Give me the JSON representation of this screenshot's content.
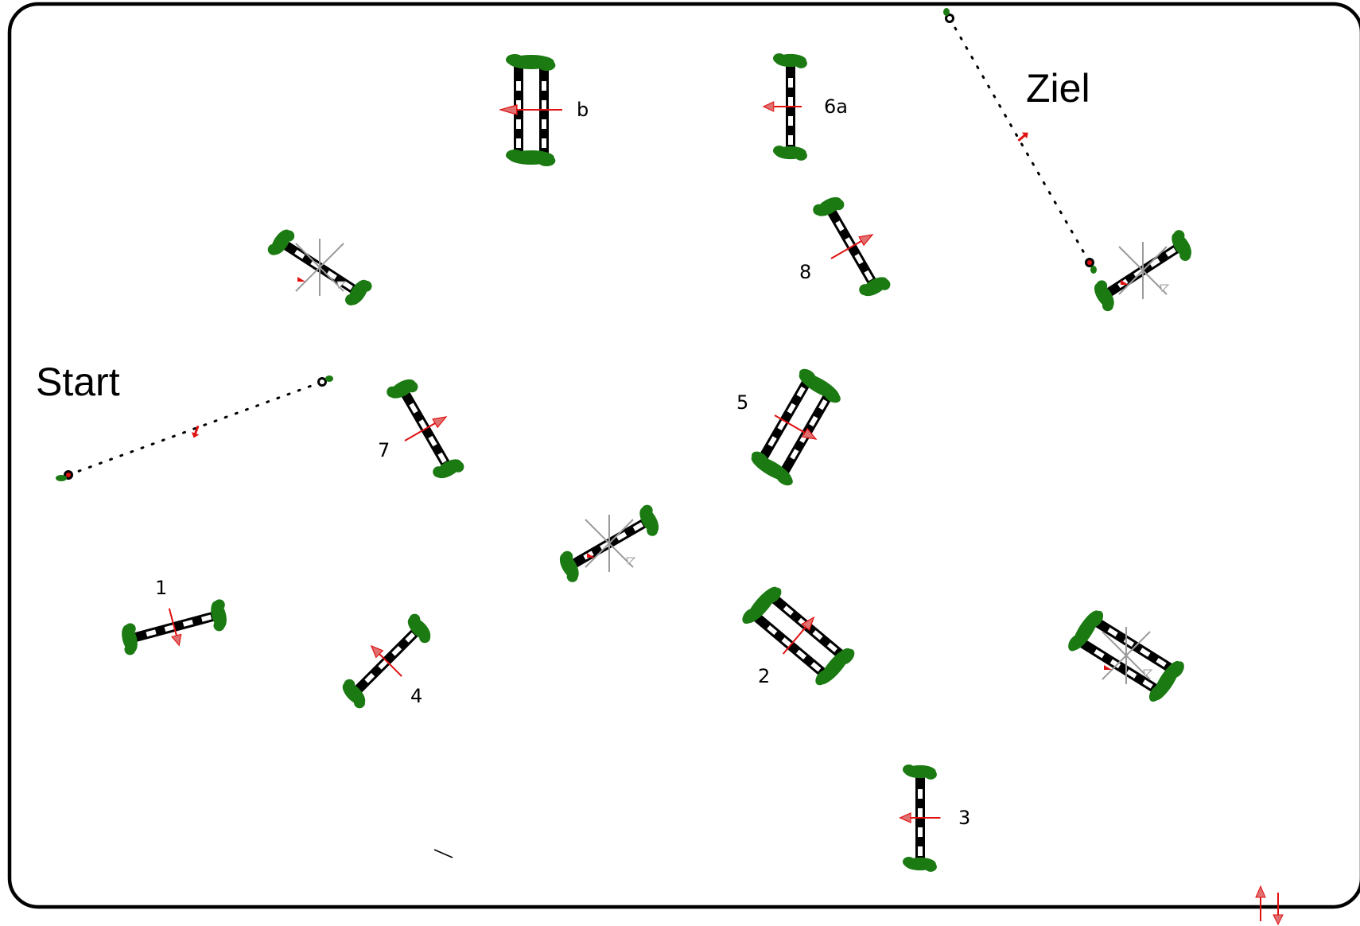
{
  "labels": {
    "start": "Start",
    "finish": "Ziel",
    "jump_1": "1",
    "jump_2": "2",
    "jump_3": "3",
    "jump_4": "4",
    "jump_5": "5",
    "jump_6a": "6a",
    "jump_6b": "b",
    "jump_7": "7",
    "jump_8": "8"
  },
  "colors": {
    "border": "#000000",
    "pole_dark": "#000000",
    "pole_light": "#ffffff",
    "wing": "#1b7a12",
    "direction_arrow": "#e01010",
    "crossed_out": "#999999"
  },
  "legend": {
    "icon": "direction-up-down-icon"
  }
}
